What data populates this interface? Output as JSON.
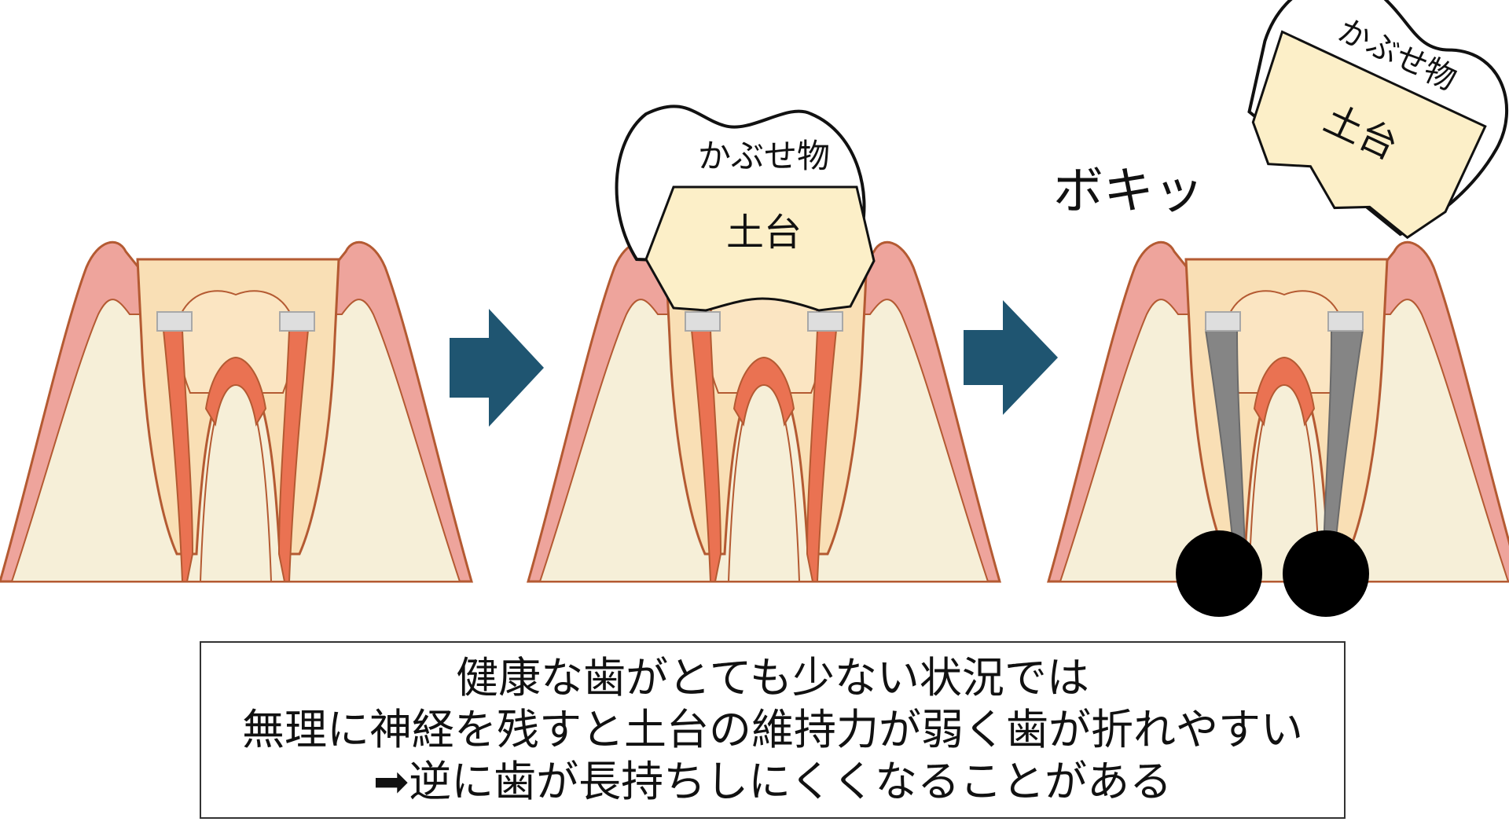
{
  "panels": [
    {
      "id": "panel-1"
    },
    {
      "id": "panel-2",
      "crown_label": "かぶせ物",
      "core_label": "土台"
    },
    {
      "id": "panel-3",
      "crown_label": "かぶせ物",
      "core_label": "土台",
      "sound_effect": "ボキッ"
    }
  ],
  "caption": {
    "line1": "健康な歯がとても少ない状況では",
    "line2": "無理に神経を残すと土台の維持力が弱く歯が折れやすい",
    "line3": "➡逆に歯が長持ちしにくくなることがある"
  },
  "colors": {
    "gum": "#eea49c",
    "gum_outline": "#b45a32",
    "bone": "#f6efd8",
    "dentin": "#f9dfb5",
    "pulp": "#ea7252",
    "core": "#fcefc8",
    "filling": "#dedede",
    "dead_canal": "#858585",
    "lesion": "#000000",
    "arrow": "#1f5571"
  }
}
